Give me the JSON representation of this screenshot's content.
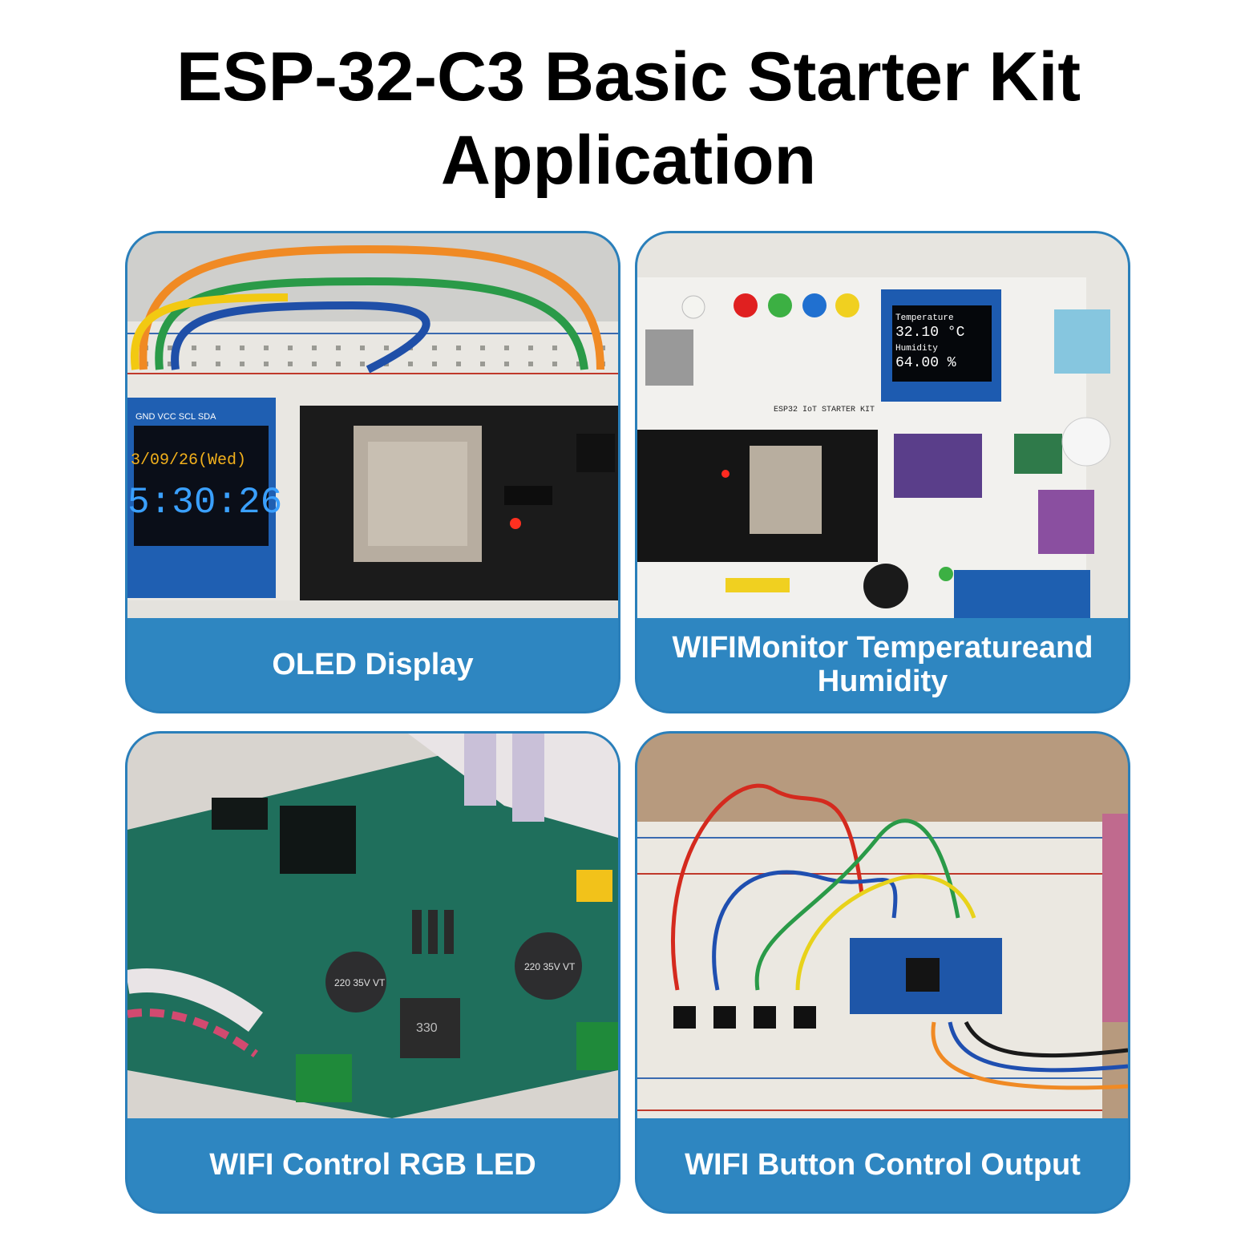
{
  "title": {
    "line1": "ESP-32-C3 Basic Starter Kit",
    "line2": "Application"
  },
  "cards": [
    {
      "label": "OLED Display",
      "photo_text": {
        "date": "3/09/26(Wed)",
        "time": "5:30:26",
        "oled_pins": "GND VCC SCL SDA"
      }
    },
    {
      "label_line1": "WIFIMonitor Temperatureand",
      "label_line2": "Humidity",
      "photo_text": {
        "temp_label": "Temperature",
        "temp_value": "32.10 °C",
        "hum_label": "Humidity",
        "hum_value": "64.00 %",
        "board_title": "ESP32 IoT STARTER KIT"
      }
    },
    {
      "label": "WIFI Control RGB LED",
      "photo_text": {
        "cap1": "220 35V VT",
        "cap2": "220 35V VT",
        "inductor": "330"
      }
    },
    {
      "label": "WIFI Button Control Output"
    }
  ],
  "colors": {
    "card_blue": "#2e86c1",
    "title_black": "#000000"
  }
}
